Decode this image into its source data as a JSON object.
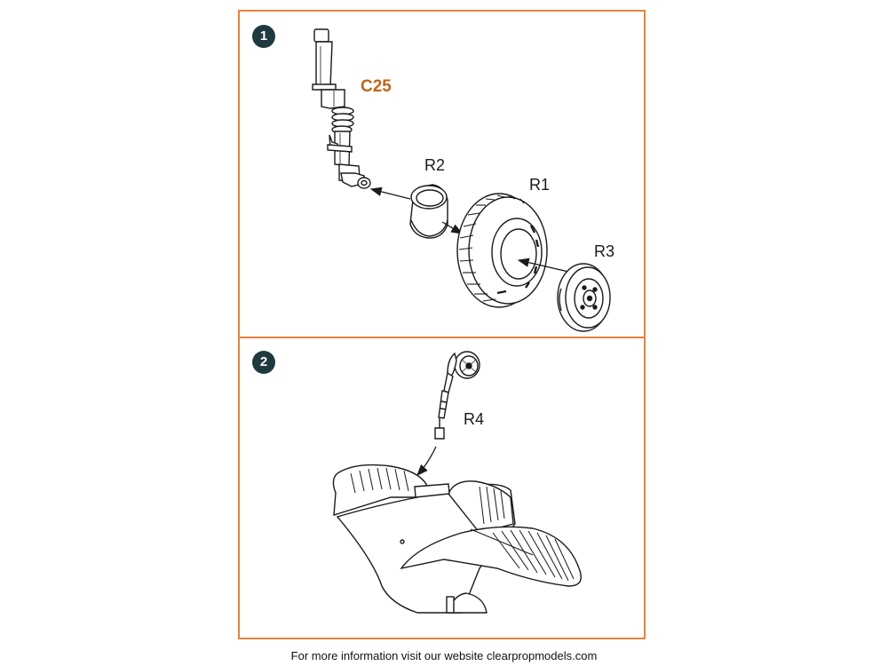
{
  "steps": [
    {
      "number": "1"
    },
    {
      "number": "2"
    }
  ],
  "parts": {
    "c25": "C25",
    "r2": "R2",
    "r1": "R1",
    "r3": "R3",
    "r4": "R4"
  },
  "footer": {
    "text": "For more information visit our website clearpropmodels.com"
  },
  "colors": {
    "frame": "#e8823a",
    "badge": "#1e3a3f",
    "accent_label": "#c0661e",
    "line": "#1a1a1a"
  },
  "icons": {
    "step_badge": "numbered-circle",
    "arrow": "assembly-arrow"
  }
}
